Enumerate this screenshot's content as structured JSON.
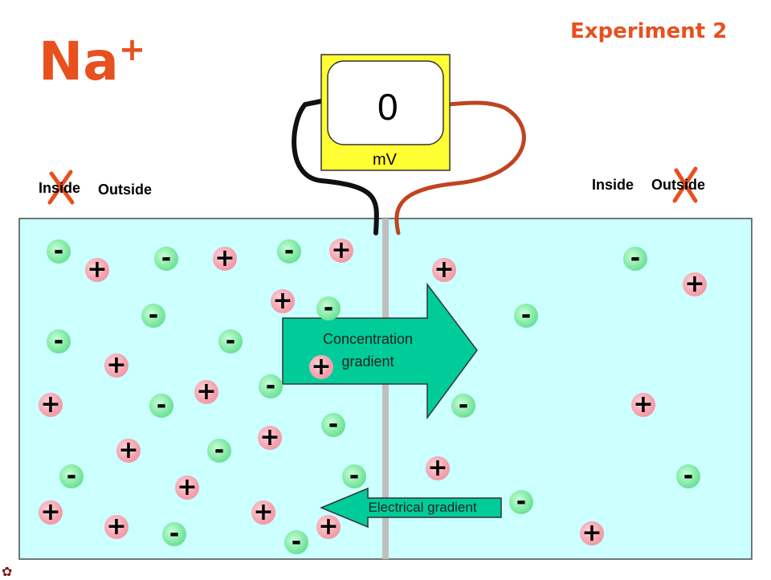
{
  "title": {
    "ion": "Na",
    "charge": "+"
  },
  "experiment_label": "Experiment 2",
  "left_labels": {
    "inside": "Inside",
    "outside": "Outside"
  },
  "right_labels": {
    "inside": "Inside",
    "outside": "Outside"
  },
  "meter": {
    "reading": "0",
    "unit": "mV"
  },
  "concentration_arrow": {
    "line1": "Concentration",
    "line2": "gradient"
  },
  "electrical_arrow": {
    "label": "Electrical gradient"
  },
  "colors": {
    "title": "#e8501e",
    "cross_mark": "#e8501e",
    "chamber": "#ccffff",
    "membrane": "#bfbfbf",
    "meter_body": "#ffff33",
    "wire_left": "#111111",
    "wire_right": "#c0441e",
    "concentration_arrow": "#00cc99",
    "cation": "#f5a3ae",
    "anion": "#7ee8a2"
  },
  "ion_symbols": {
    "positive": "+",
    "negative": "-"
  },
  "icons": [
    "cross-icon",
    "paw-print-icon"
  ]
}
